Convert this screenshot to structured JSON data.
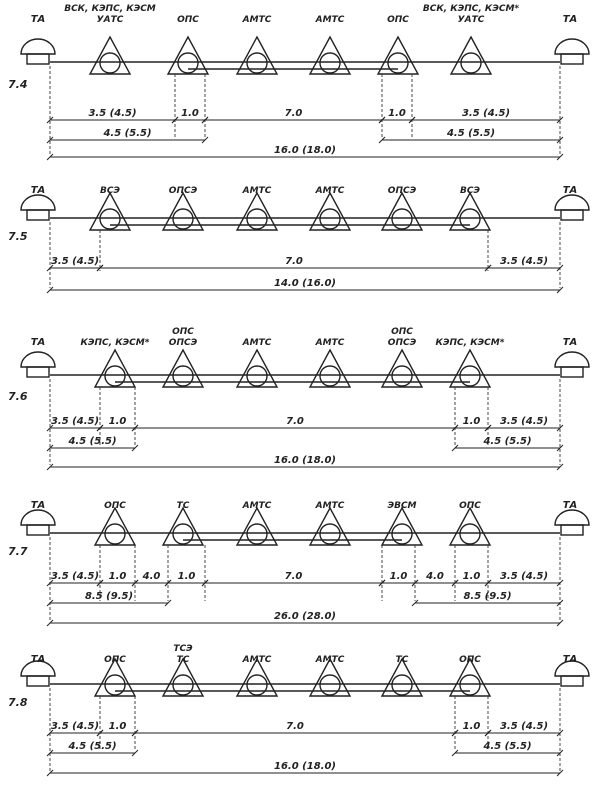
{
  "end_label": "ТА",
  "schemes": [
    {
      "id": "7.4",
      "stations": [
        [
          "ВСК, КЭПС, КЭСМ",
          "УАТС"
        ],
        [
          "ОПС"
        ],
        [
          "АМТС"
        ],
        [
          "АМТС"
        ],
        [
          "ОПС"
        ],
        [
          "ВСК, КЭПС, КЭСМ*",
          "УАТС"
        ]
      ],
      "row1": [
        "3.5 (4.5)",
        "1.0",
        "7.0",
        "1.0",
        "3.5 (4.5)"
      ],
      "row2": [
        "4.5 (5.5)",
        "4.5 (5.5)"
      ],
      "total": "16.0 (18.0)"
    },
    {
      "id": "7.5",
      "stations": [
        [
          "ВСЭ"
        ],
        [
          "ОПСЭ"
        ],
        [
          "АМТС"
        ],
        [
          "АМТС"
        ],
        [
          "ОПСЭ"
        ],
        [
          "ВСЭ"
        ]
      ],
      "row1": [
        "3.5 (4.5)",
        "7.0",
        "3.5 (4.5)"
      ],
      "row2": [],
      "total": "14.0 (16.0)"
    },
    {
      "id": "7.6",
      "stations": [
        [
          "КЭПС, КЭСМ*"
        ],
        [
          "ОПС",
          "ОПСЭ"
        ],
        [
          "АМТС"
        ],
        [
          "АМТС"
        ],
        [
          "ОПС",
          "ОПСЭ"
        ],
        [
          "КЭПС, КЭСМ*"
        ]
      ],
      "row1": [
        "3.5 (4.5)",
        "1.0",
        "7.0",
        "1.0",
        "3.5 (4.5)"
      ],
      "row2": [
        "4.5 (5.5)",
        "4.5 (5.5)"
      ],
      "total": "16.0 (18.0)"
    },
    {
      "id": "7.7",
      "stations": [
        [
          "ОПС"
        ],
        [
          "ТС"
        ],
        [
          "АМТС"
        ],
        [
          "АМТС"
        ],
        [
          "ЭВСМ"
        ],
        [
          "ОПС"
        ]
      ],
      "row1": [
        "3.5 (4.5)",
        "1.0",
        "4.0",
        "1.0",
        "7.0",
        "1.0",
        "4.0",
        "1.0",
        "3.5 (4.5)"
      ],
      "row2": [
        "8.5 (9.5)",
        "8.5 (9.5)"
      ],
      "total": "26.0 (28.0)"
    },
    {
      "id": "7.8",
      "stations": [
        [
          "ОПС"
        ],
        [
          "ТСЭ",
          "ТС"
        ],
        [
          "АМТС"
        ],
        [
          "АМТС"
        ],
        [
          "ТС"
        ],
        [
          "ОПС"
        ]
      ],
      "row1": [
        "3.5 (4.5)",
        "1.0",
        "7.0",
        "1.0",
        "3.5 (4.5)"
      ],
      "row2": [
        "4.5 (5.5)",
        "4.5 (5.5)"
      ],
      "total": "16.0 (18.0)"
    }
  ]
}
